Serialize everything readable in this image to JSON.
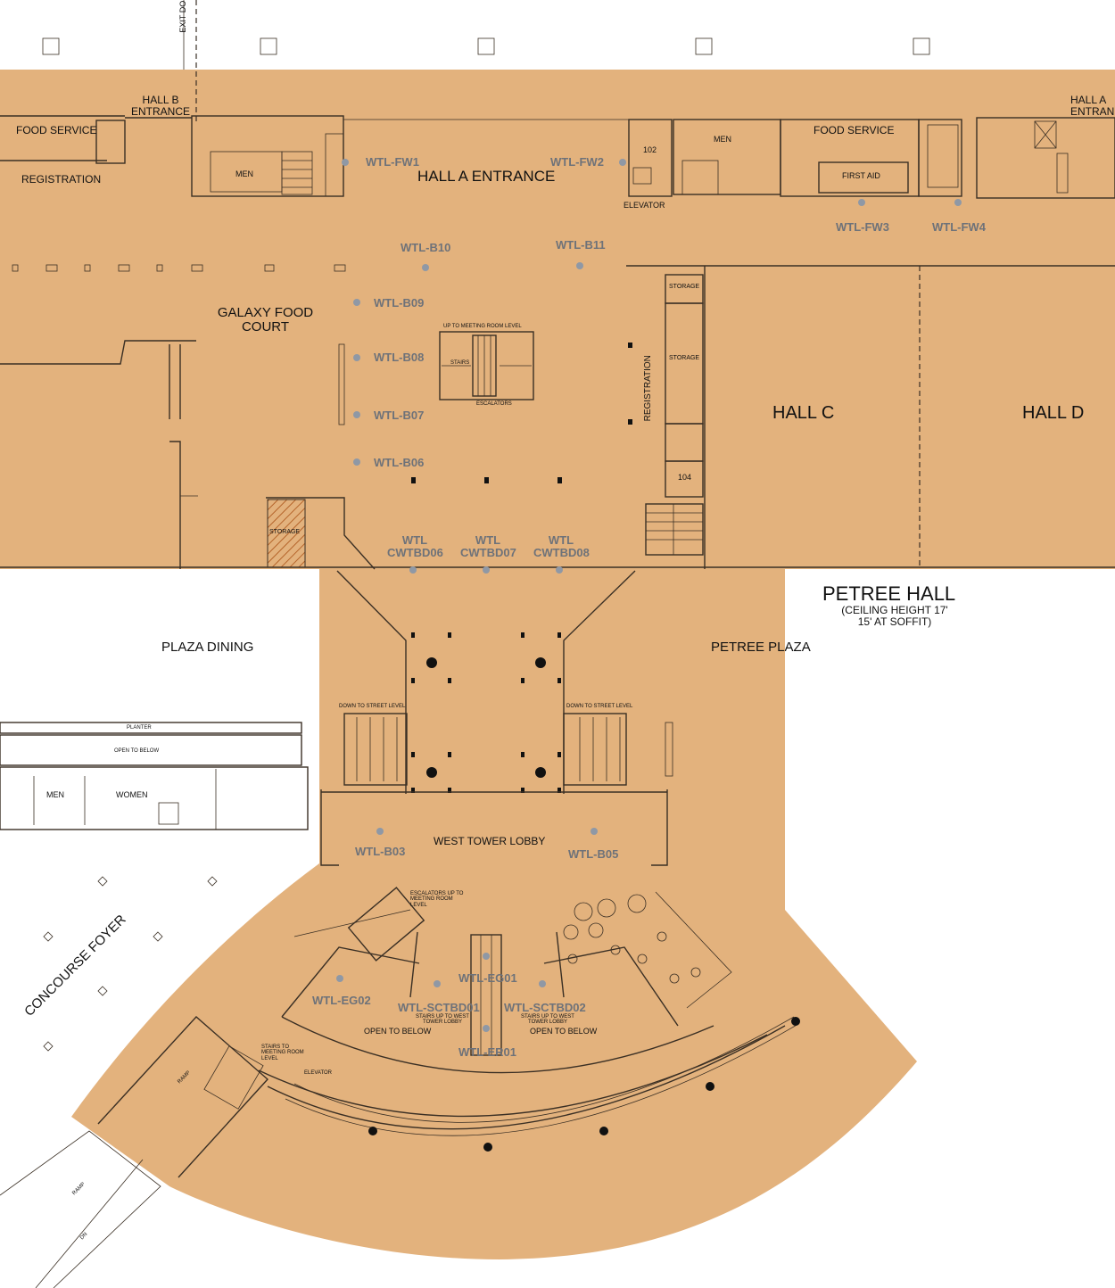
{
  "colors": {
    "floor": "#e3b27d",
    "walls": "#3a2f24",
    "device_dot": "#8f98a5",
    "device_label": "#6e7279",
    "hatch": "#b5652b"
  },
  "labels": {
    "exit_door": "EXIT DO",
    "hall_b_entrance": "HALL B ENTRANCE",
    "hall_a_entrance_right": "HALL A ENTRAN",
    "food_service_left": "FOOD SERVICE",
    "food_service_right": "FOOD SERVICE",
    "registration_left": "REGISTRATION",
    "men_left": "MEN",
    "men_right": "MEN",
    "room_102": "102",
    "elevator_top": "ELEVATOR",
    "first_aid": "FIRST AID",
    "hall_a_entrance": "HALL A ENTRANCE",
    "galaxy_food_court": "GALAXY FOOD COURT",
    "up_to_meeting_room_level": "UP TO MEETING ROOM LEVEL",
    "stairs_small": "STAIRS",
    "escalators_small": "ESCALATORS",
    "storage_1": "STORAGE",
    "storage_2": "STORAGE",
    "registration_vertical": "REGISTRATION",
    "room_104": "104",
    "storage_hatched": "STORAGE",
    "hall_c": "HALL C",
    "hall_d": "HALL D",
    "petree_hall": "PETREE HALL",
    "ceiling_note": "(CEILING HEIGHT 17' 15' AT SOFFIT)",
    "plaza_dining": "PLAZA DINING",
    "petree_plaza": "PETREE PLAZA",
    "down_to_street_left": "DOWN TO STREET LEVEL",
    "down_to_street_right": "DOWN TO STREET LEVEL",
    "planter": "PLANTER",
    "open_to_below_top": "OPEN TO BELOW",
    "men_lower": "MEN",
    "women_lower": "WOMEN",
    "west_tower_lobby": "WEST TOWER LOBBY",
    "escalators_up": "ESCALATORS UP TO MEETING ROOM LEVEL",
    "concourse_foyer": "CONCOURSE FOYER",
    "stairs_up_left": "STAIRS UP TO WEST TOWER LOBBY",
    "stairs_up_right": "STAIRS UP TO WEST TOWER LOBBY",
    "open_to_below_left": "OPEN TO BELOW",
    "open_to_below_right": "OPEN TO BELOW",
    "stairs_to_meeting": "STAIRS TO MEETING ROOM LEVEL",
    "elevator_lower": "ELEVATOR",
    "ramp_1": "RAMP",
    "ramp_2": "RAMP",
    "dn": "DN"
  },
  "devices": [
    {
      "id": "WTL-FW1"
    },
    {
      "id": "WTL-FW2"
    },
    {
      "id": "WTL-FW3"
    },
    {
      "id": "WTL-FW4"
    },
    {
      "id": "WTL-B10"
    },
    {
      "id": "WTL-B11"
    },
    {
      "id": "WTL-B09"
    },
    {
      "id": "WTL-B08"
    },
    {
      "id": "WTL-B07"
    },
    {
      "id": "WTL-B06"
    },
    {
      "id": "WTL CWTBD06"
    },
    {
      "id": "WTL CWTBD07"
    },
    {
      "id": "WTL CWTBD08"
    },
    {
      "id": "WTL-B03"
    },
    {
      "id": "WTL-B05"
    },
    {
      "id": "WTL-EG01"
    },
    {
      "id": "WTL-EG02"
    },
    {
      "id": "WTL-SCTBD01"
    },
    {
      "id": "WTL-SCTBD02"
    },
    {
      "id": "WTL-ER01"
    }
  ]
}
